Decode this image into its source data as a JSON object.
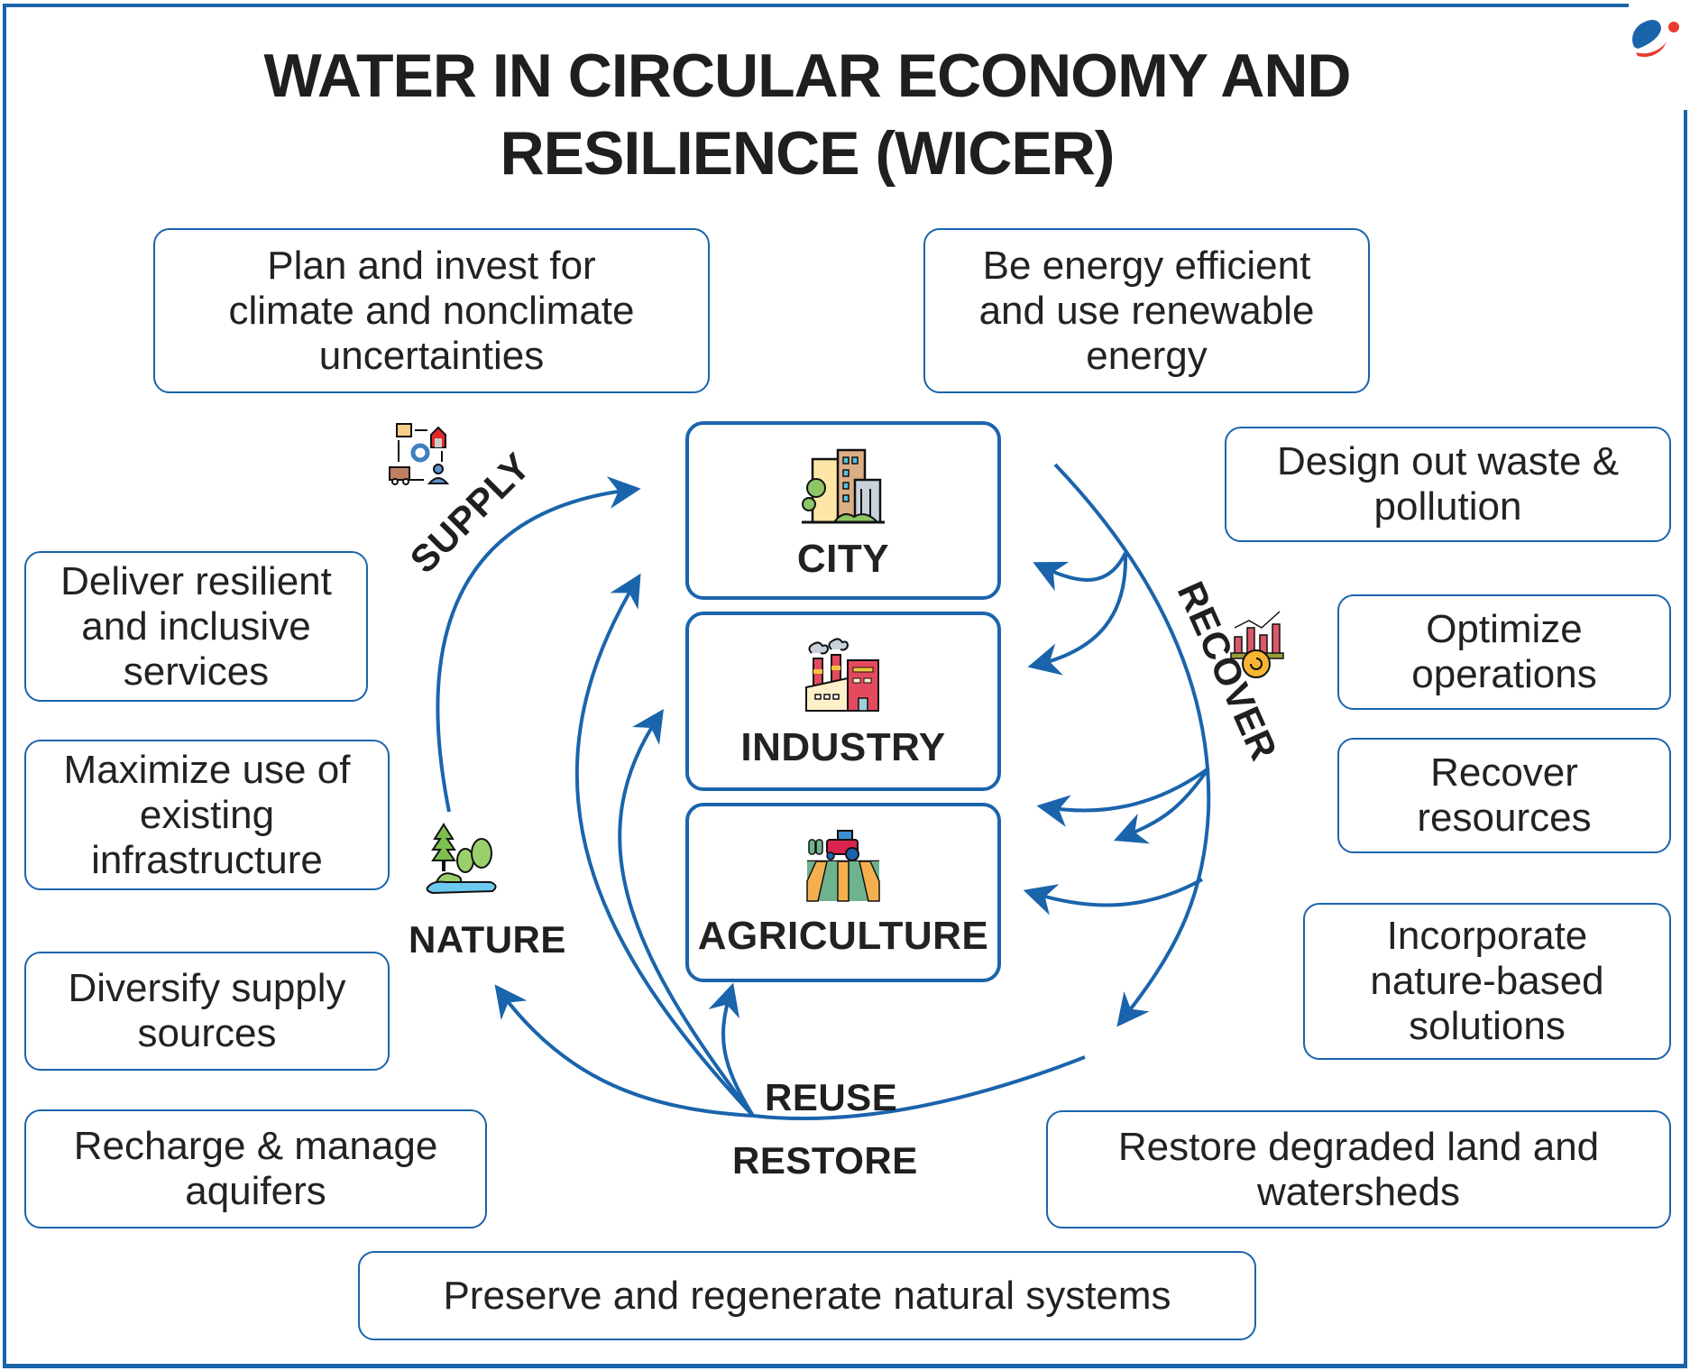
{
  "title": {
    "line1": "WATER IN CIRCULAR ECONOMY AND",
    "line2": "RESILIENCE (WICER)"
  },
  "colors": {
    "accent": "#1a64ac",
    "text": "#1f1f1f",
    "logo_red": "#e63b2e"
  },
  "nodes": {
    "city": "CITY",
    "industry": "INDUSTRY",
    "agriculture": "AGRICULTURE"
  },
  "cycle_labels": {
    "supply": "SUPPLY",
    "recover": "RECOVER",
    "reuse": "REUSE",
    "restore": "RESTORE",
    "nature": "NATURE"
  },
  "principles": {
    "plan_invest": [
      "Plan and invest for",
      "climate and nonclimate",
      "uncertainties"
    ],
    "energy": [
      "Be energy efficient",
      "and use renewable",
      "energy"
    ],
    "design_out": [
      "Design out waste &",
      "pollution"
    ],
    "optimize": [
      "Optimize",
      "operations"
    ],
    "recover_resources": [
      "Recover",
      "resources"
    ],
    "nature_based": [
      "Incorporate",
      "nature-based",
      "solutions"
    ],
    "restore_land": [
      "Restore degraded land and",
      "watersheds"
    ],
    "preserve": [
      "Preserve and regenerate natural systems"
    ],
    "deliver": [
      "Deliver resilient",
      "and inclusive",
      "services"
    ],
    "maximize": [
      "Maximize use of",
      "existing",
      "infrastructure"
    ],
    "diversify": [
      "Diversify supply",
      "sources"
    ],
    "recharge": [
      "Recharge & manage",
      "aquifers"
    ]
  },
  "icons": {
    "supply": "supply-chain-icon",
    "recover": "optimization-chart-icon",
    "nature": "forest-lake-icon",
    "city": "city-buildings-icon",
    "industry": "factory-icon",
    "agriculture": "tractor-field-icon",
    "logo": "brand-logo-icon"
  }
}
